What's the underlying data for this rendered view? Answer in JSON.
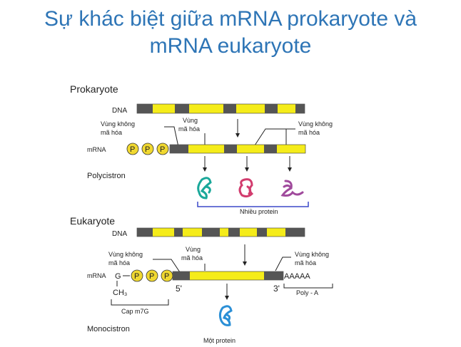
{
  "slide": {
    "title_line1": "Sự khác biệt giữa mRNA prokaryote và",
    "title_line2": "mRNA eukaryote"
  },
  "prokaryote": {
    "heading": "Prokaryote",
    "dna_label": "DNA",
    "mrna_label": "mRNA",
    "phosphates": [
      "P",
      "P",
      "P"
    ],
    "label_noncoding_left": [
      "Vùng không",
      "mã hóa"
    ],
    "label_coding": [
      "Vùng",
      "mã hóa"
    ],
    "label_noncoding_right": [
      "Vùng không",
      "mã hóa"
    ],
    "polycistron": "Polycistron",
    "proteins_label": "Nhiều protein"
  },
  "eukaryote": {
    "heading": "Eukaryote",
    "dna_label": "DNA",
    "mrna_label": "mRNA",
    "cap_g": "G",
    "phosphates": [
      "P",
      "P",
      "P"
    ],
    "ch3": "CH₃",
    "cap_label": "Cap m7G",
    "label_noncoding_left": [
      "Vùng không",
      "mã hóa"
    ],
    "label_coding": [
      "Vùng",
      "mã hóa"
    ],
    "label_noncoding_right": [
      "Vùng không",
      "mã hóa"
    ],
    "five_prime": "5'",
    "three_prime": "3'",
    "polya_seq": "AAAAA",
    "polya_label": "Poly - A",
    "monocistron": "Monocistron",
    "protein_label": "Một protein"
  },
  "colors": {
    "title": "#2e75b6",
    "coding": "#f5ec1a",
    "noncoding": "#555555",
    "phosphate": "#f0d830",
    "bracket": "#3b49c8",
    "protein_teal": "#1aa89a",
    "protein_red": "#d23c6e",
    "protein_purple": "#a04a9c",
    "protein_blue": "#2a8fd6"
  }
}
